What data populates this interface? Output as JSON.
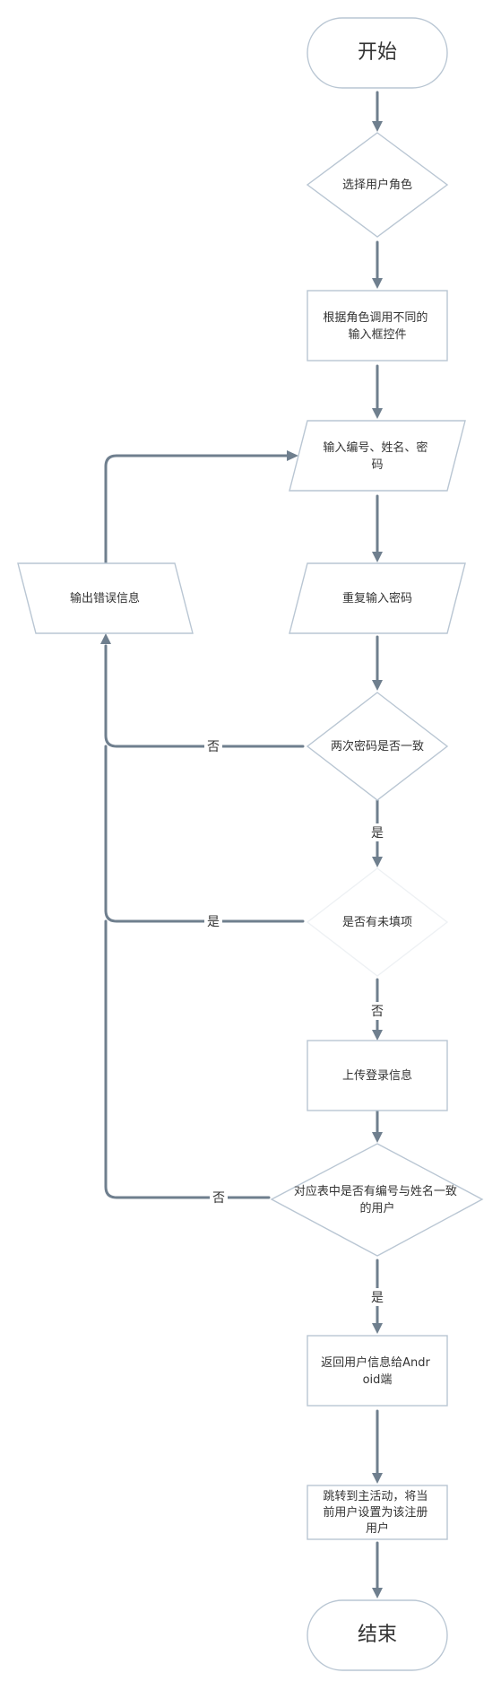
{
  "flowchart": {
    "nodes": {
      "start": {
        "lines": [
          "开始"
        ]
      },
      "select_role": {
        "lines": [
          "选择用户角色"
        ]
      },
      "role_input": {
        "lines": [
          "根据角色调用不同的",
          "输入框控件"
        ]
      },
      "input_info": {
        "lines": [
          "输入编号、姓名、密",
          "码"
        ]
      },
      "output_error": {
        "lines": [
          "输出错误信息"
        ]
      },
      "repeat_pwd": {
        "lines": [
          "重复输入密码"
        ]
      },
      "pwd_match": {
        "lines": [
          "两次密码是否一致"
        ]
      },
      "unfilled": {
        "lines": [
          "是否有未填项"
        ]
      },
      "upload": {
        "lines": [
          "上传登录信息"
        ]
      },
      "table_check": {
        "lines": [
          "对应表中是否有编号与姓名一致",
          "的用户"
        ]
      },
      "return_info": {
        "lines": [
          "返回用户信息给Andr",
          "oid端"
        ]
      },
      "goto_main": {
        "lines": [
          "跳转到主活动，将当",
          "前用户设置为该注册",
          "用户"
        ]
      },
      "end": {
        "lines": [
          "结束"
        ]
      }
    },
    "edge_labels": {
      "pwd_no": "否",
      "pwd_yes": "是",
      "unfilled_yes": "是",
      "unfilled_no": "否",
      "table_no": "否",
      "table_yes": "是"
    }
  }
}
